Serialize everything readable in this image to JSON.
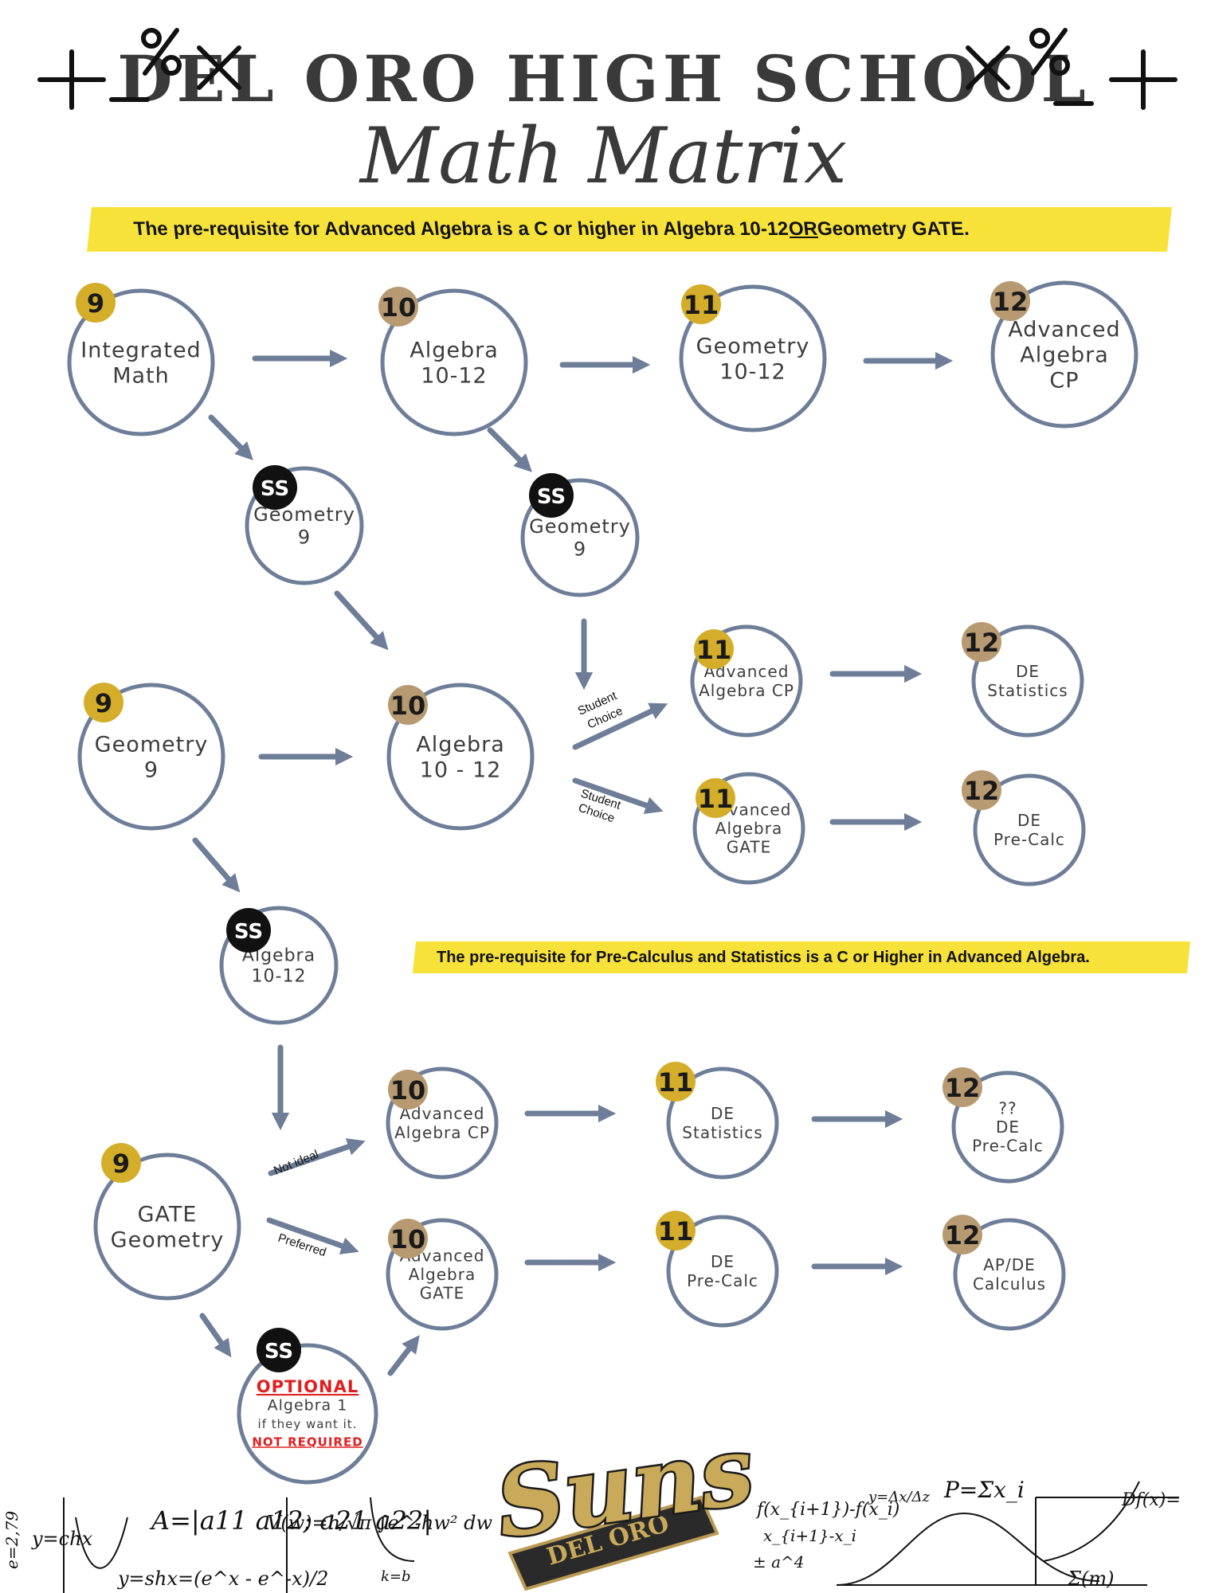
{
  "header": {
    "title": "DEL ORO HIGH SCHOOL",
    "subtitle": "Math Matrix"
  },
  "banners": {
    "top": {
      "pre": "The pre-requisite for Advanced Algebra is a C or higher in Algebra 10-12 ",
      "em": "OR",
      "post": " Geometry GATE."
    },
    "middle": "The pre-requisite for Pre-Calculus and Statistics is a C or Higher in Advanced Algebra."
  },
  "colors": {
    "ring": "#6e7e99",
    "badge_gold": "#d4ad2a",
    "badge_tan": "#b89a72",
    "badge_black": "#111111",
    "banner": "#f7e23a",
    "optional_red": "#e02020"
  },
  "nodes": [
    {
      "id": "n1",
      "badge": "9",
      "badge_type": "gold",
      "lines": [
        "Integrated",
        "Math"
      ]
    },
    {
      "id": "n2",
      "badge": "10",
      "badge_type": "tan",
      "lines": [
        "Algebra",
        "10-12"
      ]
    },
    {
      "id": "n3",
      "badge": "11",
      "badge_type": "gold",
      "lines": [
        "Geometry",
        "10-12"
      ]
    },
    {
      "id": "n4",
      "badge": "12",
      "badge_type": "tan",
      "lines": [
        "Advanced",
        "Algebra",
        "CP"
      ]
    },
    {
      "id": "n5",
      "badge": "SS",
      "badge_type": "black",
      "lines": [
        "Geometry",
        "9"
      ]
    },
    {
      "id": "n6",
      "badge": "SS",
      "badge_type": "black",
      "lines": [
        "Geometry",
        "9"
      ]
    },
    {
      "id": "n7",
      "badge": "9",
      "badge_type": "gold",
      "lines": [
        "Geometry",
        "9"
      ]
    },
    {
      "id": "n8",
      "badge": "10",
      "badge_type": "tan",
      "lines": [
        "Algebra",
        "10 - 12"
      ]
    },
    {
      "id": "n9",
      "badge": "11",
      "badge_type": "gold",
      "lines": [
        "Advanced",
        "Algebra CP"
      ]
    },
    {
      "id": "n10",
      "badge": "12",
      "badge_type": "tan",
      "lines": [
        "DE",
        "Statistics"
      ]
    },
    {
      "id": "n11",
      "badge": "11",
      "badge_type": "gold",
      "lines": [
        "Advanced",
        "Algebra",
        "GATE"
      ]
    },
    {
      "id": "n12",
      "badge": "12",
      "badge_type": "tan",
      "lines": [
        "DE",
        "Pre-Calc"
      ]
    },
    {
      "id": "n13",
      "badge": "SS",
      "badge_type": "black",
      "lines": [
        "Algebra",
        "10-12"
      ]
    },
    {
      "id": "n14",
      "badge": "9",
      "badge_type": "gold",
      "lines": [
        "GATE",
        "Geometry"
      ]
    },
    {
      "id": "n15",
      "badge": "10",
      "badge_type": "tan",
      "lines": [
        "Advanced",
        "Algebra CP"
      ]
    },
    {
      "id": "n16",
      "badge": "11",
      "badge_type": "gold",
      "lines": [
        "DE",
        "Statistics"
      ]
    },
    {
      "id": "n17",
      "badge": "12",
      "badge_type": "tan",
      "lines": [
        "??",
        "DE",
        "Pre-Calc"
      ]
    },
    {
      "id": "n18",
      "badge": "10",
      "badge_type": "tan",
      "lines": [
        "Advanced",
        "Algebra",
        "GATE"
      ]
    },
    {
      "id": "n19",
      "badge": "11",
      "badge_type": "gold",
      "lines": [
        "DE",
        "Pre-Calc"
      ]
    },
    {
      "id": "n20",
      "badge": "12",
      "badge_type": "tan",
      "lines": [
        "AP/DE",
        "Calculus"
      ]
    },
    {
      "id": "n21",
      "badge": "SS",
      "badge_type": "black",
      "lines": [
        "OPTIONAL",
        "Algebra 1",
        "if they want it.",
        "NOT REQUIRED"
      ]
    }
  ],
  "arrow_labels": {
    "student_choice_1": [
      "Student",
      "Choice"
    ],
    "student_choice_2": [
      "Student",
      "Choice"
    ],
    "not_ideal": "Not ideal",
    "preferred": "Preferred"
  },
  "logo": {
    "script": "Suns",
    "banner": "DEL ORO"
  },
  "math_doodles": {
    "left": [
      "e=2,79",
      "y=chx",
      "A=|a11 a12; a21 a22|",
      "V(w)=h/√π ∫e^-hw² dw",
      "y=shx=(e^x - e^-x)/2",
      "k=b"
    ],
    "right": [
      "f(x_{i+1})-f(x_i)",
      "x_{i+1}-x_i",
      "± a^4",
      "y=Δx/Δz",
      "P=Σx_i",
      "Df(x)=",
      "Σ(m)"
    ]
  }
}
